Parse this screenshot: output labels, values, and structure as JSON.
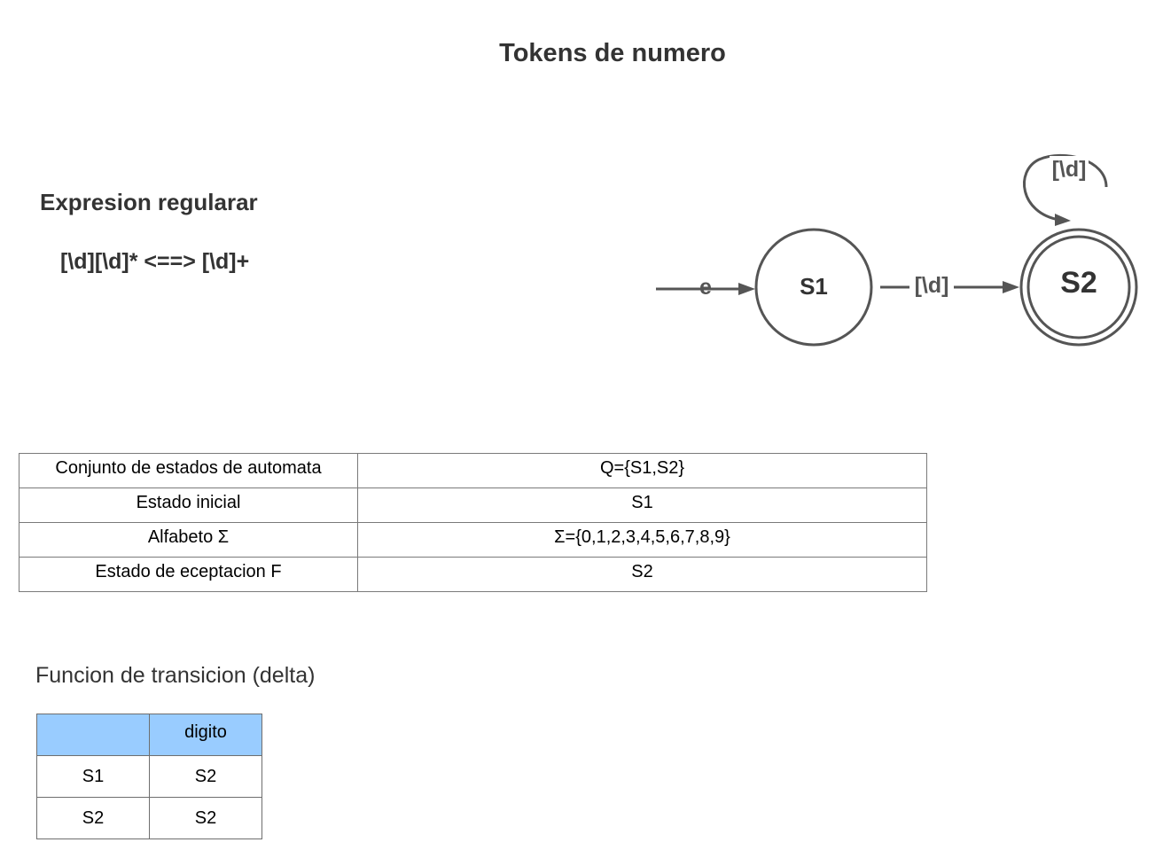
{
  "title": "Tokens de numero",
  "regex": {
    "heading": "Expresion regularar",
    "expression": "[\\d][\\d]* <==> [\\d]+"
  },
  "automaton": {
    "start_label": "e",
    "states": {
      "s1": "S1",
      "s2": "S2"
    },
    "transition_label": "[\\d]",
    "self_loop_label": "[\\d]",
    "stroke_color": "#555555"
  },
  "properties_table": {
    "rows": [
      {
        "key": "Conjunto de estados de automata",
        "value": "Q={S1,S2}"
      },
      {
        "key": "Estado inicial",
        "value": "S1"
      },
      {
        "key": "Alfabeto Σ",
        "value": "Σ={0,1,2,3,4,5,6,7,8,9}"
      },
      {
        "key": "Estado de eceptacion F",
        "value": "S2"
      }
    ]
  },
  "transition_function": {
    "heading": "Funcion de transicion  (delta)",
    "header": [
      "",
      "digito"
    ],
    "rows": [
      [
        "S1",
        "S2"
      ],
      [
        "S2",
        "S2"
      ]
    ],
    "header_color": "#99ccff"
  }
}
